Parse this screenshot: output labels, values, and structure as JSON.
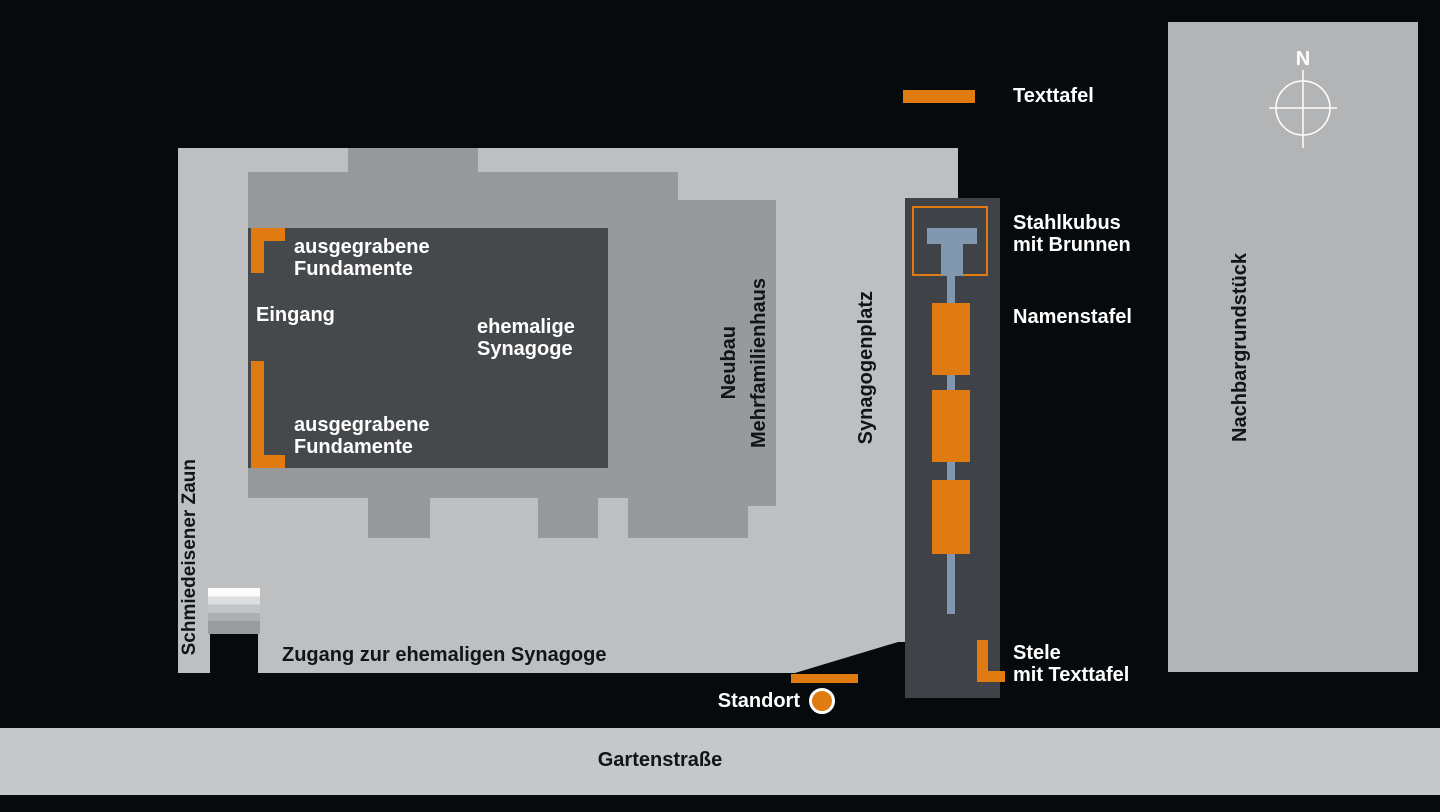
{
  "colors": {
    "background": "#060a0d",
    "plaza": "#bdbfc1",
    "building_mid": "#97999b",
    "building_dark": "#46494c",
    "memorial_strip": "#3f4347",
    "orange": "#e07b12",
    "steel_blue": "#8097ad",
    "street": "#c5c7c9",
    "neighbor": "#b2b4b6",
    "text_dark": "#111518",
    "text_light": "#ffffff"
  },
  "legend": {
    "texttafel": "Texttafel"
  },
  "compass": {
    "north": "N"
  },
  "map": {
    "gartenstrasse": "Gartenstraße",
    "nachbargrundstueck": "Nachbargrundstück",
    "schmiedeisener_zaun": "Schmiedeisener Zaun",
    "zugang": "Zugang zur ehemaligen Synagoge",
    "eingang": "Eingang",
    "fundamente_line1": "ausgegrabene",
    "fundamente_line2": "Fundamente",
    "synagoge_line1": "ehemalige",
    "synagoge_line2": "Synagoge",
    "neubau_line1": "Neubau",
    "neubau_line2": "Mehrfamilienhaus",
    "synagogenplatz": "Synagogenplatz",
    "stahlkubus_line1": "Stahlkubus",
    "stahlkubus_line2": "mit Brunnen",
    "namenstafel": "Namenstafel",
    "stele_line1": "Stele",
    "stele_line2": "mit Texttafel",
    "standort": "Standort"
  }
}
